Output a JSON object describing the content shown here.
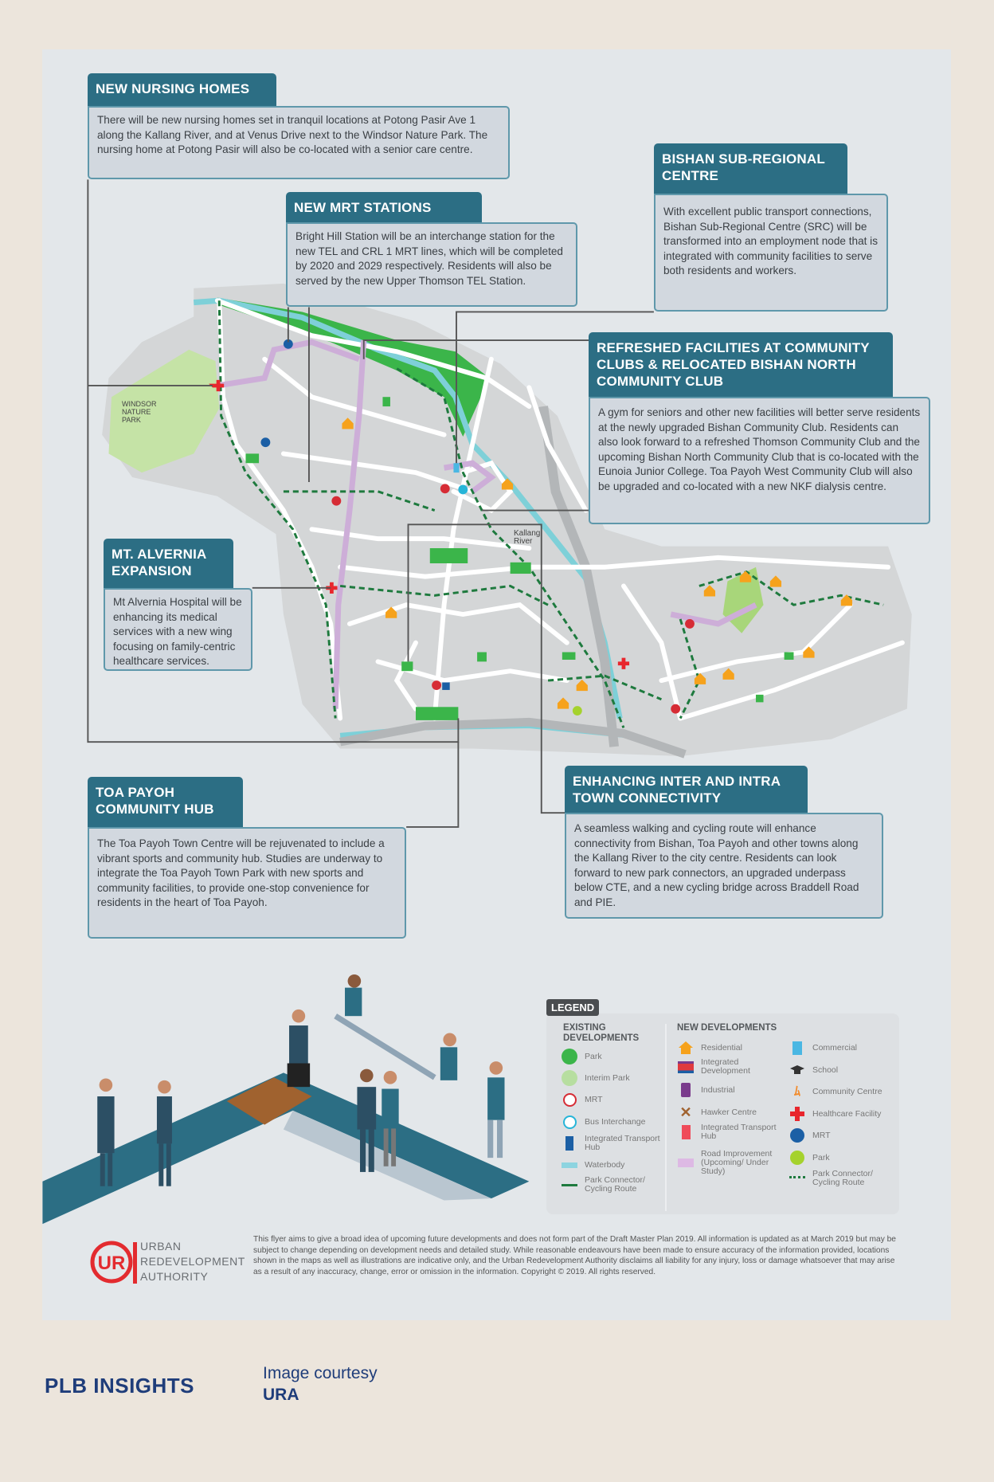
{
  "callouts": {
    "nursing": {
      "title": "NEW NURSING HOMES",
      "text": "There will be new nursing homes set in tranquil locations at Potong Pasir Ave 1 along the Kallang River, and at Venus Drive next to the Windsor Nature Park. The nursing home at Potong Pasir will also be co-located with a senior care centre."
    },
    "mrt": {
      "title": "NEW MRT STATIONS",
      "text": "Bright Hill Station will be an interchange station for the new TEL and CRL 1 MRT lines, which will be completed by 2020 and 2029 respectively. Residents will also be served by the new Upper Thomson TEL Station."
    },
    "bishan": {
      "title": "BISHAN SUB-REGIONAL CENTRE",
      "text": "With excellent public transport connections, Bishan Sub-Regional Centre (SRC) will be transformed into an employment node that is integrated with community facilities to serve both residents and workers."
    },
    "clubs": {
      "title": "REFRESHED FACILITIES AT COMMUNITY CLUBS & RELOCATED BISHAN NORTH COMMUNITY CLUB",
      "text": "A gym for seniors and other new facilities will better serve residents at the newly upgraded Bishan Community Club. Residents can also look forward to a refreshed Thomson Community Club and the upcoming Bishan North Community Club that is co-located with the Eunoia Junior College. Toa Payoh West Community Club will also be upgraded and co-located with a new NKF dialysis centre."
    },
    "alvernia": {
      "title": "MT. ALVERNIA EXPANSION",
      "text": "Mt Alvernia Hospital will be enhancing its medical services with a new wing focusing on family-centric healthcare services."
    },
    "toapayoh": {
      "title": "TOA PAYOH COMMUNITY HUB",
      "text": "The Toa Payoh Town Centre will be rejuvenated to include a vibrant sports and community hub. Studies are underway to integrate the Toa Payoh Town Park with new sports and community facilities, to provide one-stop convenience for residents in the heart of Toa Payoh."
    },
    "connectivity": {
      "title": "ENHANCING INTER AND INTRA TOWN CONNECTIVITY",
      "text": "A seamless walking and cycling route will enhance connectivity from Bishan, Toa Payoh and other towns along the Kallang River to the city centre. Residents can look forward to new park connectors, an upgraded underpass below CTE, and a new cycling bridge across Braddell Road and PIE."
    }
  },
  "map": {
    "labels": {
      "windsor": "WINDSOR NATURE PARK",
      "kallang": "Kallang River"
    }
  },
  "legend": {
    "title": "LEGEND",
    "existing_heading": "EXISTING DEVELOPMENTS",
    "new_heading": "NEW DEVELOPMENTS",
    "existing": [
      "Park",
      "Interim Park",
      "MRT",
      "Bus Interchange",
      "Integrated Transport Hub",
      "Waterbody",
      "Park Connector/ Cycling Route"
    ],
    "new_col1": [
      "Residential",
      "Integrated Development",
      "Industrial",
      "Hawker Centre",
      "Integrated Transport Hub",
      "Road Improvement (Upcoming/ Under Study)"
    ],
    "new_col2": [
      "Commercial",
      "School",
      "Community Centre",
      "Healthcare Facility",
      "MRT",
      "Park",
      "Park Connector/ Cycling Route"
    ]
  },
  "footer": {
    "logo_text": "URBAN REDEVELOPMENT AUTHORITY",
    "logo_lines": [
      "URBAN",
      "REDEVELOPMENT",
      "AUTHORITY"
    ],
    "disclaimer": "This flyer aims to give a broad idea of upcoming future developments and does not form part of the Draft Master Plan 2019. All information is updated as at March 2019 but may be subject to change depending on development needs and detailed study. While reasonable endeavours have been made to ensure accuracy of the information provided, locations shown in the maps as well as illustrations are indicative only, and the Urban Redevelopment Authority disclaims all liability for any injury, loss or damage whatsoever that may arise as a result of any inaccuracy, change, error or omission in the information. Copyright © 2019. All rights reserved."
  },
  "page_footer": {
    "brand": "PLB INSIGHTS",
    "courtesy": "Image courtesy",
    "source": "URA"
  },
  "colors": {
    "teal": "#2c6e84",
    "park": "#3bb54a",
    "river": "#7ed0d8",
    "road_improvement": "#cdaed8",
    "background": "#ece5dc"
  }
}
